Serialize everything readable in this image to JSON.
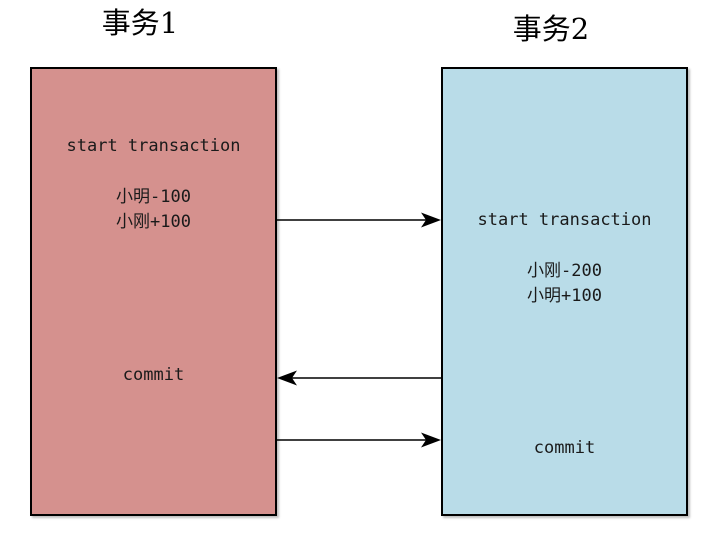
{
  "diagram": {
    "title_left": "事务1",
    "title_right": "事务2",
    "left_box": {
      "title": "事务1",
      "fill": "#d5918e",
      "lines": {
        "start": "start transaction",
        "op1": "小明-100",
        "op2": "小刚+100",
        "commit": "commit"
      }
    },
    "right_box": {
      "title": "事务2",
      "fill": "#b9dce8",
      "lines": {
        "start": "start transaction",
        "op1": "小刚-200",
        "op2": "小明+100",
        "commit": "commit"
      }
    },
    "arrows": [
      {
        "name": "arrow-1",
        "from": "事务1",
        "to": "事务2",
        "direction": "right"
      },
      {
        "name": "arrow-2",
        "from": "事务2",
        "to": "事务1",
        "direction": "left"
      },
      {
        "name": "arrow-3",
        "from": "事务1",
        "to": "事务2",
        "direction": "right"
      }
    ],
    "colors": {
      "left_box_fill": "#d5918e",
      "right_box_fill": "#b9dce8",
      "border": "#000000",
      "arrow": "#000000",
      "background": "#ffffff"
    }
  }
}
